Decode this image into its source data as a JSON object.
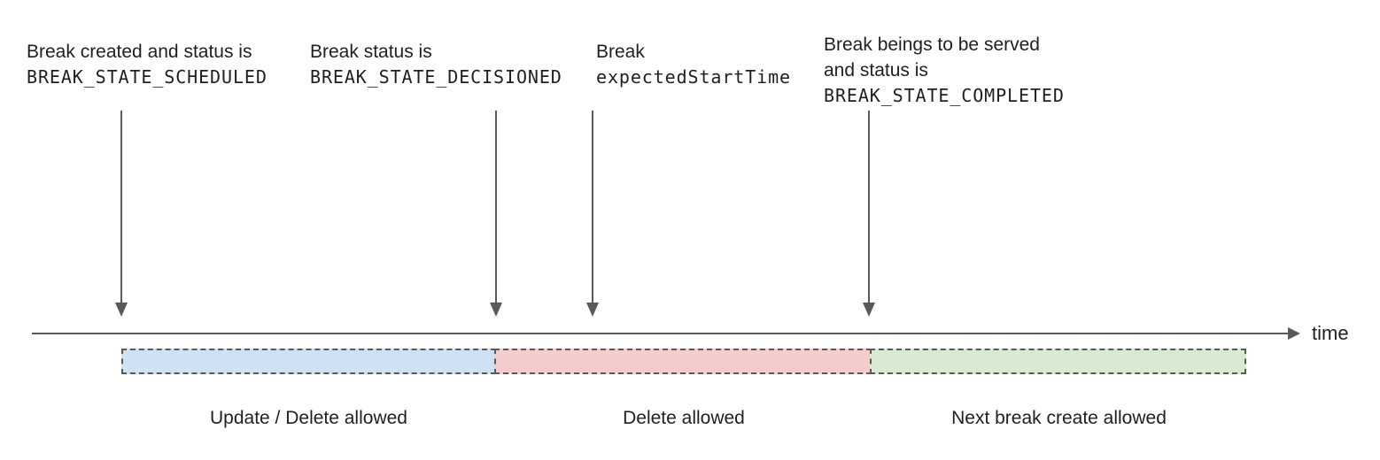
{
  "diagram": {
    "title_hint": "Break lifecycle timeline",
    "annotations": [
      {
        "line1": "Break created and status is",
        "code": "BREAK_STATE_SCHEDULED"
      },
      {
        "line1": "Break status is",
        "code": "BREAK_STATE_DECISIONED"
      },
      {
        "line1": "Break",
        "code": "expectedStartTime"
      },
      {
        "line1": "Break beings to be served",
        "line2": "and status is",
        "code": "BREAK_STATE_COMPLETED"
      }
    ],
    "axis": {
      "label": "time"
    },
    "segments": [
      {
        "label": "Update / Delete allowed",
        "color": "#cfe2f3"
      },
      {
        "label": "Delete allowed",
        "color": "#f4cccc"
      },
      {
        "label": "Next break create allowed",
        "color": "#d9ead3"
      }
    ],
    "colors": {
      "line": "#595959",
      "dashed_border": "#595959",
      "text": "#1f1f1f"
    }
  }
}
